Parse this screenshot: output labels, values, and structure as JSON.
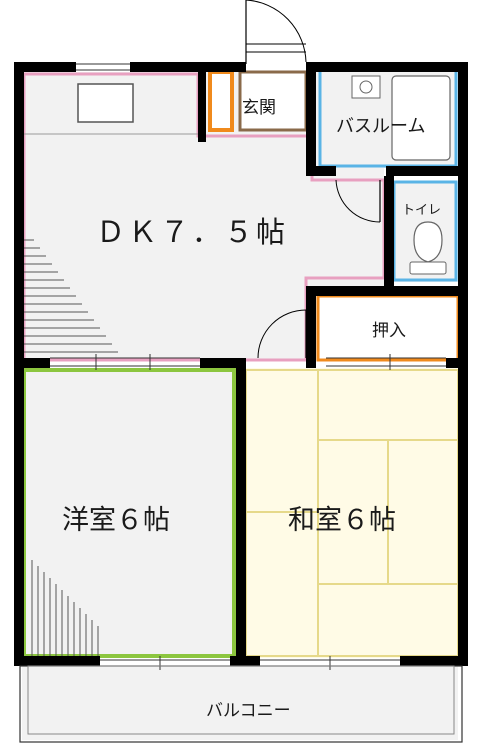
{
  "rooms": {
    "dk": "ＤＫ７．５帖",
    "youshitsu": "洋室６帖",
    "washitsu": "和室６帖",
    "genkan": "玄関",
    "bath": "バスルーム",
    "toilet": "トイレ",
    "oshiire": "押入",
    "balcony": "バルコニー"
  },
  "colors": {
    "wall": "#000000",
    "dk_outline": "#e8a0c0",
    "bath_outline": "#5ab4e6",
    "oshiire_outline": "#f08a1c",
    "youshitsu_outline": "#8cc63f",
    "washitsu_outline": "#f3e9a0",
    "genkan_outline": "#8a6a4a",
    "floor": "#f2f2f2",
    "tatami": "#fffbe6"
  }
}
